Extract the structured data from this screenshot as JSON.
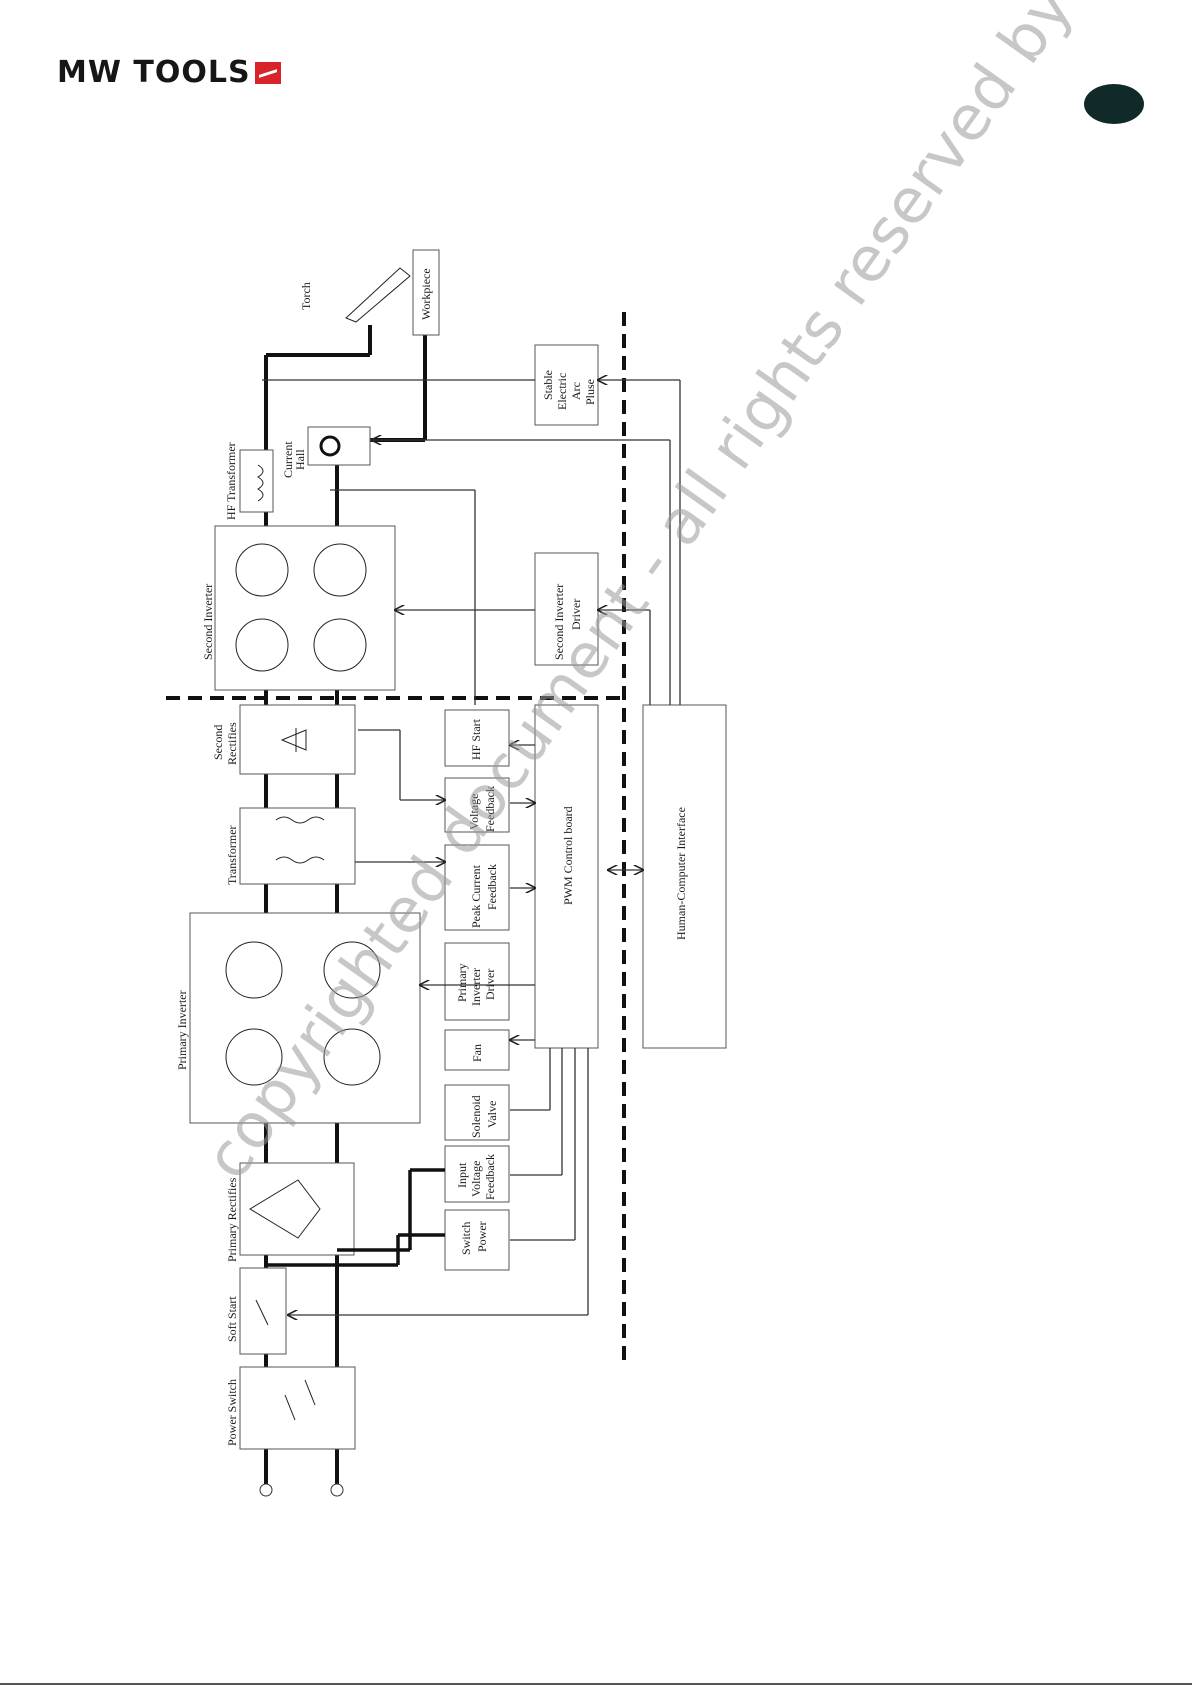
{
  "brand": {
    "logo": "MW TOOLS"
  },
  "watermark": "copyrighted document - all rights reserved by FBC",
  "diagram": {
    "labels": {
      "torch": "Torch",
      "workpiece": "Workpiece",
      "stable_arc": [
        "Stable",
        "Electric",
        "Arc",
        "Pluse"
      ],
      "hf_transformer": "HF Transformer",
      "current_hall": [
        "Current",
        "Hall"
      ],
      "second_inverter": "Second Inverter",
      "second_inverter_driver": [
        "Second Inverter",
        "Driver"
      ],
      "second_rectifies": [
        "Second",
        "Rectifies"
      ],
      "hf_start": "HF Start",
      "transformer": "Transformer",
      "voltage_feedback": [
        "Voltage",
        "Feedback"
      ],
      "peak_current_feedback": [
        "Peak Current",
        "Feedback"
      ],
      "pwm_control_board": "PWM Control board",
      "human_computer_interface": "Human-Computer Interface",
      "primary_inverter": "Primary Inverter",
      "primary_inverter_driver": [
        "Primary",
        "Inverter",
        "Driver"
      ],
      "fan": "Fan",
      "solenoid_valve": [
        "Solenoid",
        "Valve"
      ],
      "primary_rectifies": "Primary Rectifies",
      "input_voltage_feedback": [
        "Input",
        "Voltage",
        "Feedback"
      ],
      "switch_power": [
        "Switch",
        "Power"
      ],
      "soft_start": "Soft Start",
      "power_switch": "Power Switch"
    }
  }
}
